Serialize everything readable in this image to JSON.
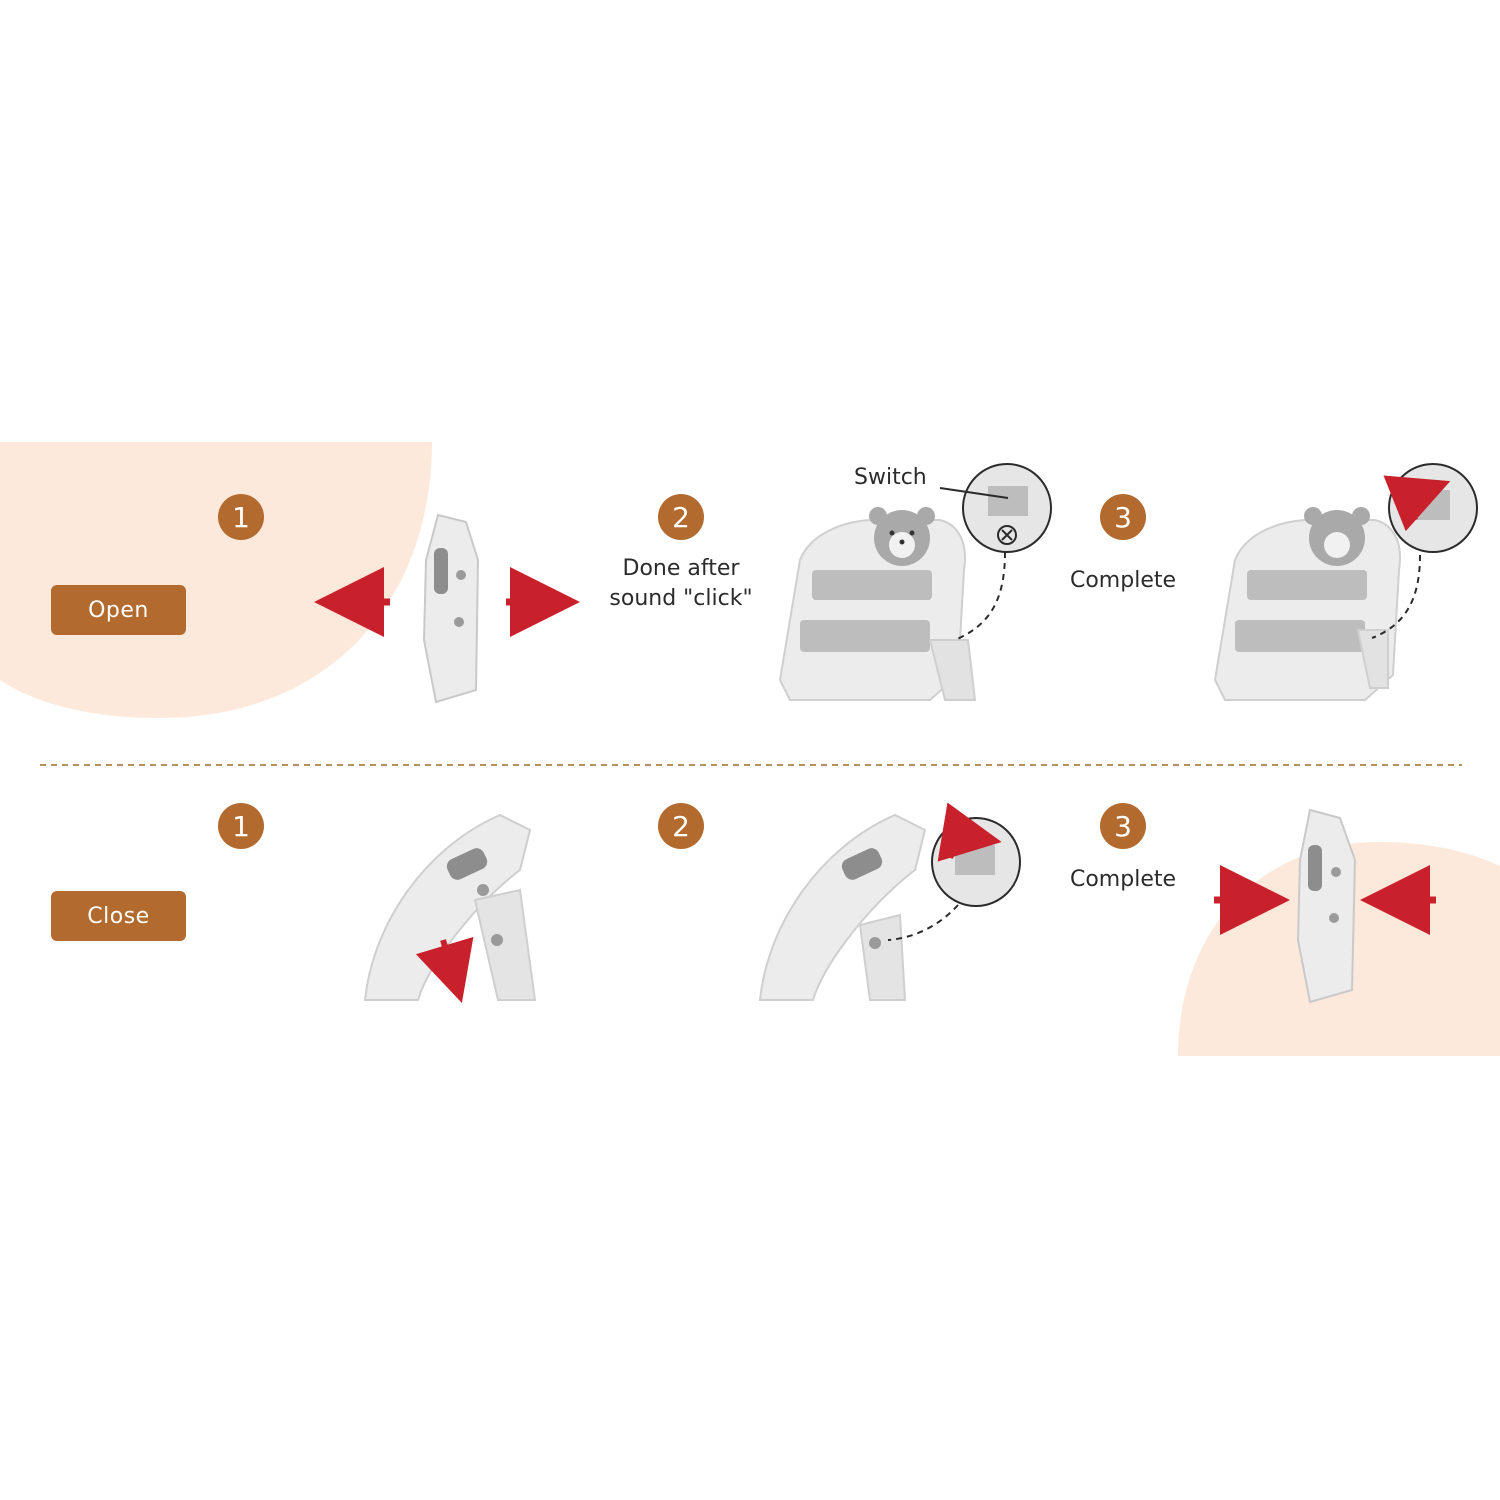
{
  "colors": {
    "accent": "#b26a2e",
    "arrow": "#c8212b",
    "background_blob": "#fde9dc",
    "stool": "#e9e9e9",
    "stool_dark": "#a6a6a6"
  },
  "open": {
    "label": "Open",
    "steps": [
      {
        "num": "1",
        "caption": ""
      },
      {
        "num": "2",
        "caption_line1": "Done after",
        "caption_line2": "sound \"click\""
      },
      {
        "num": "3",
        "caption": "Complete"
      }
    ],
    "callout_label": "Switch"
  },
  "close": {
    "label": "Close",
    "steps": [
      {
        "num": "1",
        "caption": ""
      },
      {
        "num": "2",
        "caption": ""
      },
      {
        "num": "3",
        "caption": "Complete"
      }
    ]
  }
}
